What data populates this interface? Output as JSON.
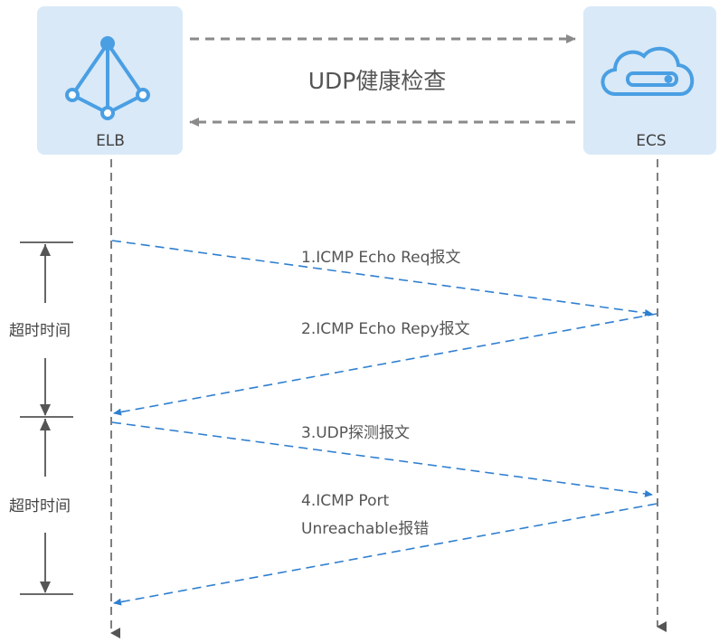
{
  "diagram": {
    "nodes": {
      "left": {
        "label": "ELB",
        "icon": "load-balancer-icon"
      },
      "right": {
        "label": "ECS",
        "icon": "cloud-server-icon"
      }
    },
    "title": "UDP健康检查",
    "messages": [
      {
        "label": "1.ICMP Echo Req报文",
        "direction": "right"
      },
      {
        "label": "2.ICMP Echo Repy报文",
        "direction": "left"
      },
      {
        "label": "3.UDP探测报文",
        "direction": "right"
      },
      {
        "label_line1": "4.ICMP Port",
        "label_line2": "Unreachable报错",
        "direction": "left"
      }
    ],
    "timeouts": [
      {
        "label": "超时时间"
      },
      {
        "label": "超时时间"
      }
    ],
    "colors": {
      "node_fill": "#d9e9f8",
      "icon_stroke": "#4a9fe3",
      "message_line": "#2f7fd0",
      "lifeline": "#555555",
      "top_arrows": "#8a8a8a"
    }
  }
}
